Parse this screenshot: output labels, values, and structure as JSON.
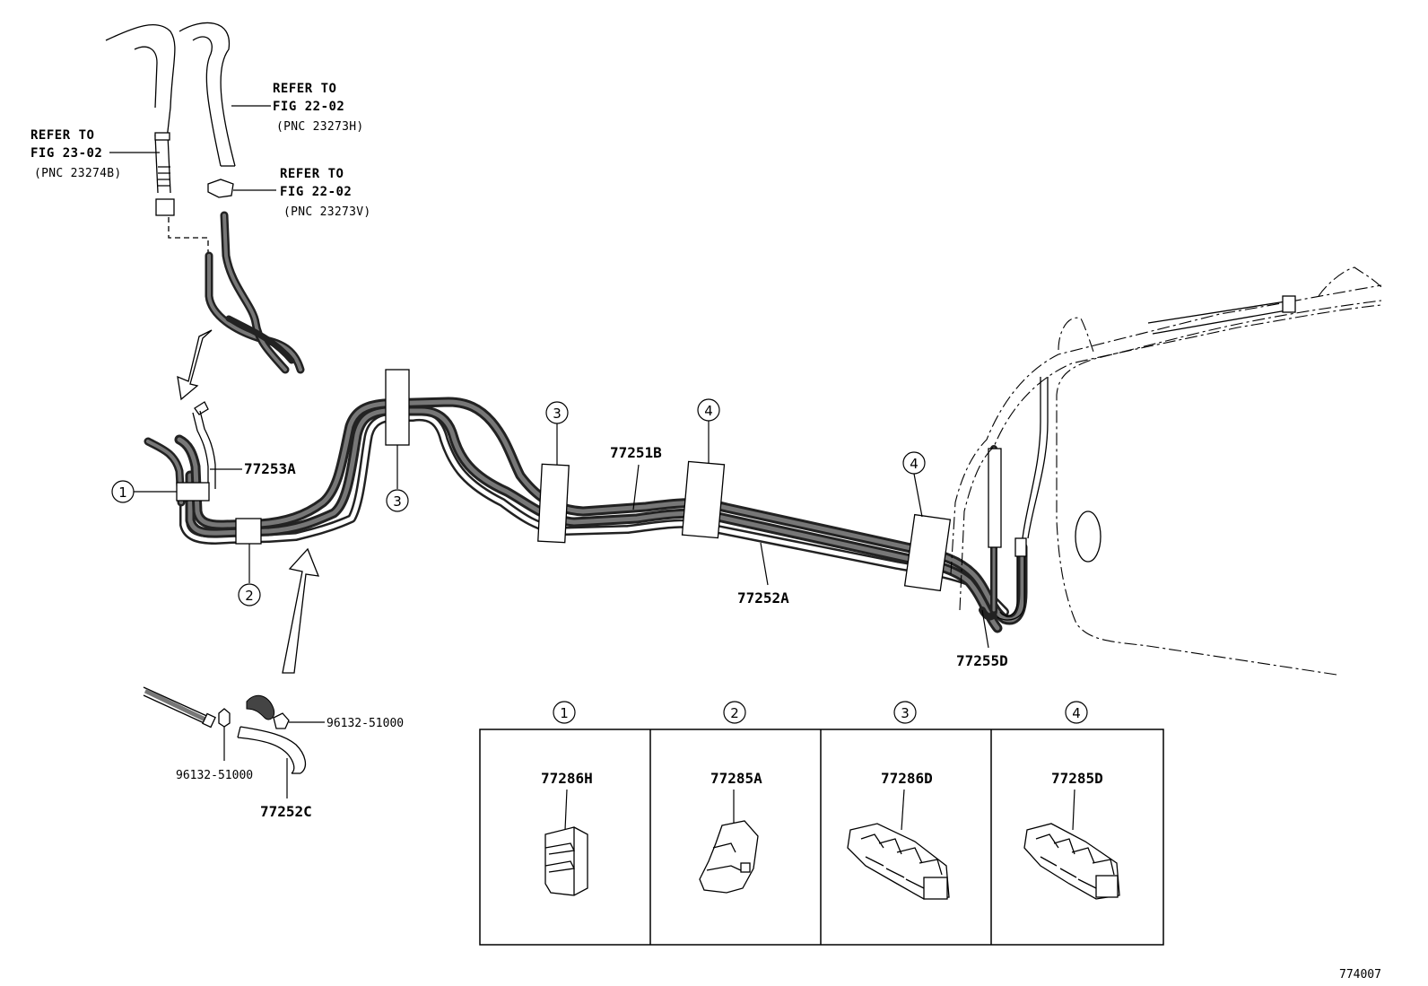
{
  "refs": {
    "ref_a": {
      "line1": "REFER TO",
      "line2": "FIG 23-02",
      "line3": "(PNC 23274B)"
    },
    "ref_b": {
      "line1": "REFER TO",
      "line2": "FIG 22-02",
      "line3": "(PNC 23273H)"
    },
    "ref_c": {
      "line1": "REFER TO",
      "line2": "FIG 22-02",
      "line3": "(PNC 23273V)"
    }
  },
  "parts": {
    "p77253A": "77253A",
    "p77251B": "77251B",
    "p77252A": "77252A",
    "p77255D": "77255D",
    "p77252C": "77252C",
    "p96132_top": "96132-51000",
    "p96132_bottom": "96132-51000"
  },
  "callouts": {
    "c1": "1",
    "c2": "2",
    "c3a": "3",
    "c3b": "3",
    "c4a": "4",
    "c4b": "4"
  },
  "legend": [
    {
      "num": "1",
      "part": "77286H"
    },
    {
      "num": "2",
      "part": "77285A"
    },
    {
      "num": "3",
      "part": "77286D"
    },
    {
      "num": "4",
      "part": "77285D"
    }
  ],
  "illustration_code": "774007"
}
